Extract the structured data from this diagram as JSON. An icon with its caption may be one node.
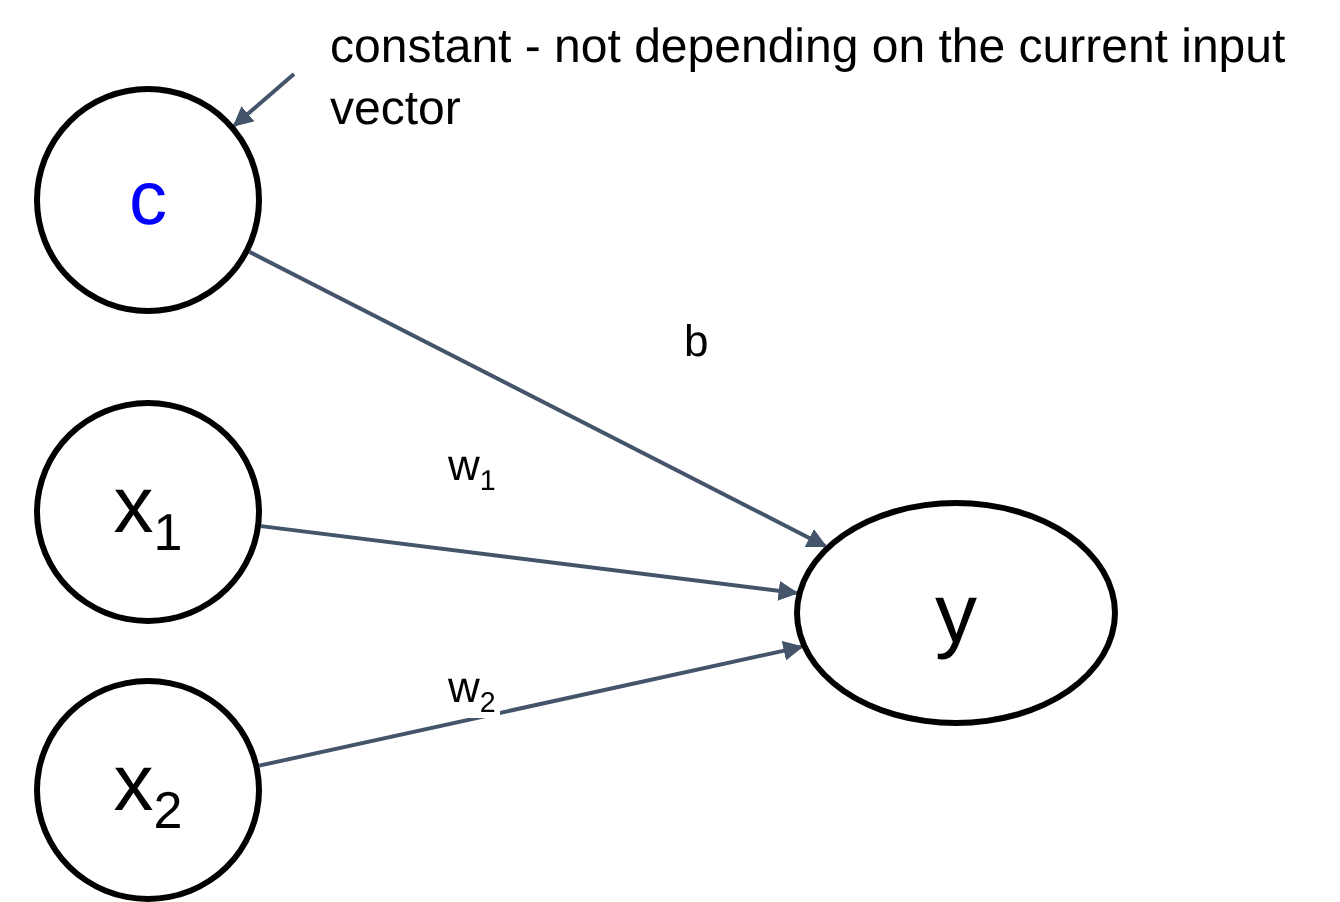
{
  "diagram": {
    "nodes": [
      {
        "text": [
          "constant - not depending on the current input vector"
        ]
      },
      {
        "text": [
          "c"
        ]
      },
      {
        "text": [
          "x$_{1}$"
        ]
      },
      {
        "text": [
          "x$_{2}$"
        ]
      },
      {
        "text": [
          "y"
        ]
      }
    ],
    "edges": [
      {
        "from": 0,
        "to": 1,
        "arrow": "to"
      },
      {
        "from": 1,
        "to": 4,
        "arrow": "to",
        "label": "b"
      },
      {
        "from": 2,
        "to": 4,
        "arrow": "to",
        "label": "w$_{1}$"
      },
      {
        "from": 3,
        "to": 4,
        "arrow": "to",
        "label": "w$_{2}$"
      }
    ]
  }
}
